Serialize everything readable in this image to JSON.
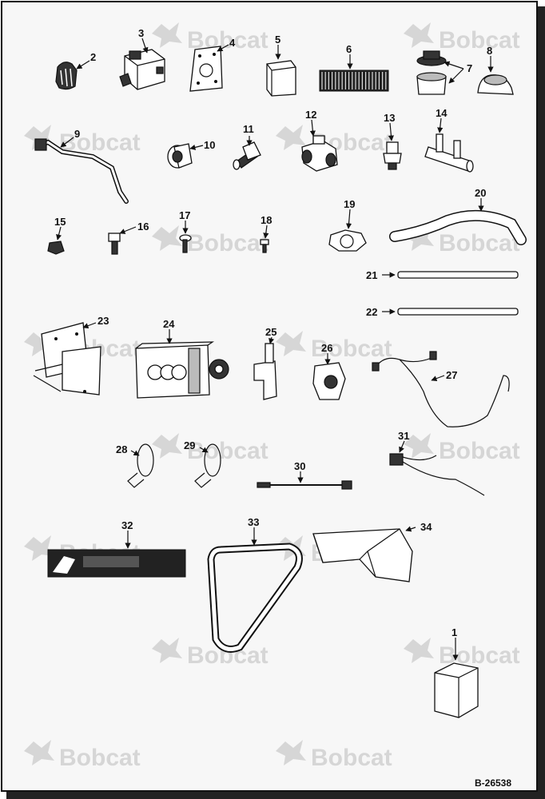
{
  "watermark": "Bobcat",
  "reference_code": "B-26538",
  "callouts": [
    "1",
    "2",
    "3",
    "4",
    "5",
    "6",
    "7",
    "8",
    "9",
    "10",
    "11",
    "12",
    "13",
    "14",
    "15",
    "16",
    "17",
    "18",
    "19",
    "20",
    "21",
    "22",
    "23",
    "24",
    "25",
    "26",
    "27",
    "28",
    "29",
    "30",
    "31",
    "32",
    "33",
    "34"
  ]
}
